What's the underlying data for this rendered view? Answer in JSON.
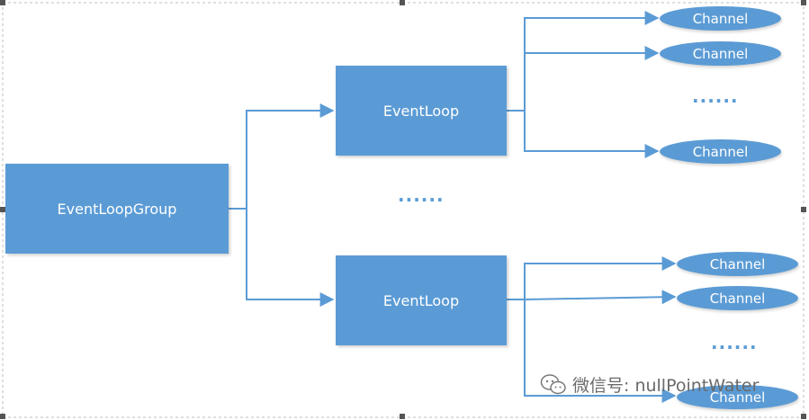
{
  "diagram": {
    "group": {
      "label": "EventLoopGroup"
    },
    "event_loops": [
      {
        "label": "EventLoop",
        "channels": [
          "Channel",
          "Channel",
          "Channel"
        ]
      },
      {
        "label": "EventLoop",
        "channels": [
          "Channel",
          "Channel",
          "Channel"
        ]
      }
    ],
    "ellipsis": "......",
    "colors": {
      "box": "#5b9bd5",
      "line": "#5b9bd5",
      "dots": "#5b9bd5"
    }
  },
  "watermark": {
    "text": "微信号: nullPointWater",
    "icon": "wechat-icon"
  }
}
